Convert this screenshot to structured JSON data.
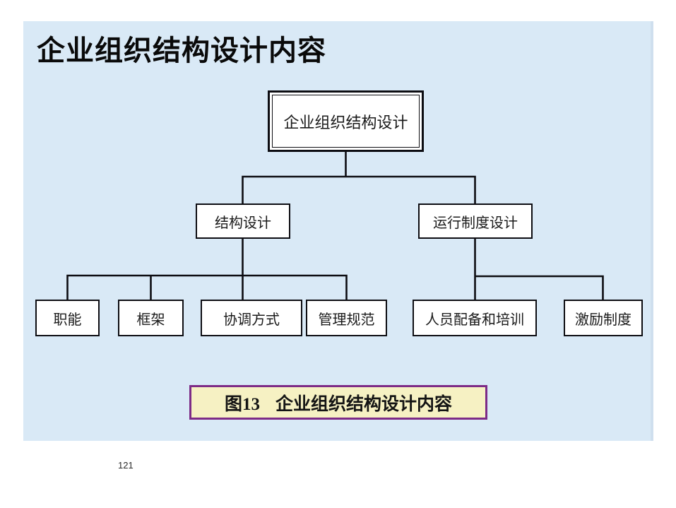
{
  "slide": {
    "title": "企业组织结构设计内容",
    "page_number": "121"
  },
  "colors": {
    "slide_background": "#d9e9f6",
    "box_border": "#0d0d12",
    "caption_background": "#f6f1c3",
    "caption_border": "#7d2b87"
  },
  "tree": {
    "root": {
      "label": "企业组织结构设计",
      "children": [
        {
          "label": "结构设计",
          "children": [
            {
              "label": "职能"
            },
            {
              "label": "框架"
            },
            {
              "label": "协调方式"
            },
            {
              "label": "管理规范"
            }
          ]
        },
        {
          "label": "运行制度设计",
          "children": [
            {
              "label": "人员配备和培训"
            },
            {
              "label": "激励制度"
            }
          ]
        }
      ]
    }
  },
  "caption": {
    "figure_label": "图13",
    "text": "企业组织结构设计内容"
  }
}
